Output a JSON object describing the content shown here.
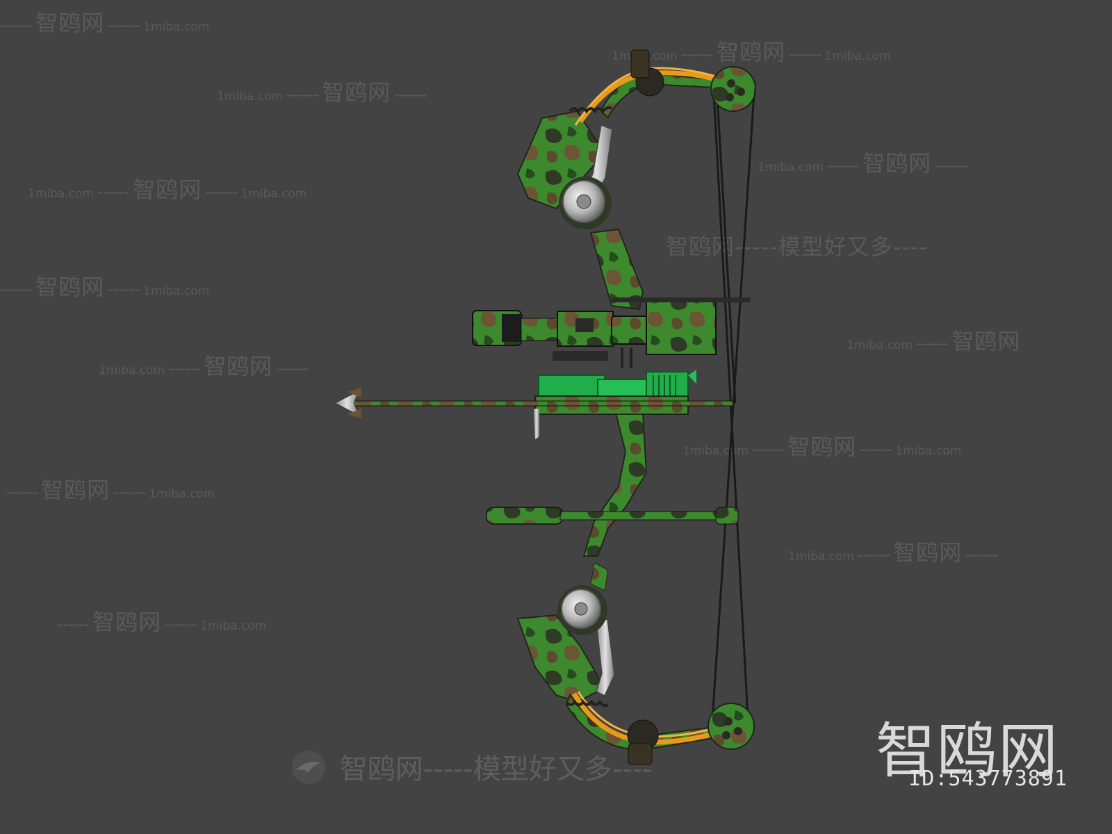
{
  "watermarks": {
    "brand": "智鸥网",
    "site": "1miba.com",
    "slogan": "智鸥网-----模型好又多----",
    "dashes": "------"
  },
  "logo": {
    "text": "智鸥网",
    "id_text": "ID:543773891"
  },
  "colors": {
    "background": "#434343",
    "camo_green": "#3d8a2e",
    "camo_dark": "#2f3a26",
    "camo_brown": "#6b5535",
    "cable_orange": "#e89a1a",
    "green_part": "#1fae4a",
    "metal": "#c8c8c8",
    "string": "#1a1a1a"
  },
  "subject": {
    "icon": "compound-bow-icon"
  }
}
